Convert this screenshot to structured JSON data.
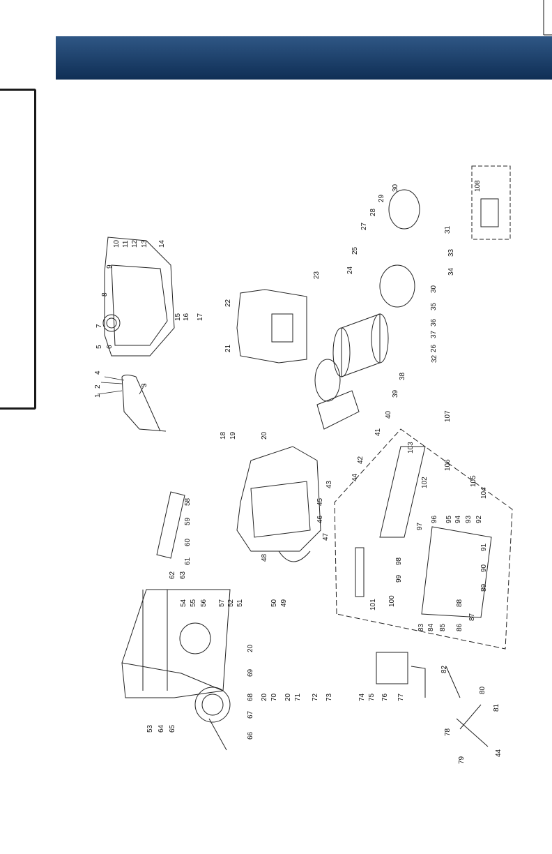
{
  "page": {
    "header_color": "#163a66",
    "accent_border": "#1a1a1a"
  },
  "diagram": {
    "callouts": {
      "c1": "1",
      "c2": "2",
      "c3": "3",
      "c4": "4",
      "c5": "5",
      "c6": "6",
      "c7": "7",
      "c8": "8",
      "c9": "9",
      "c10": "10",
      "c11": "11",
      "c12": "12",
      "c13": "13",
      "c14": "14",
      "c15": "15",
      "c16": "16",
      "c17": "17",
      "c18": "18",
      "c19": "19",
      "c20": "20",
      "c21": "21",
      "c22": "22",
      "c23": "23",
      "c24": "24",
      "c25": "25",
      "c26": "26",
      "c27": "27",
      "c28": "28",
      "c29": "29",
      "c30": "30",
      "c31": "31",
      "c32": "32",
      "c33": "33",
      "c34": "34",
      "c35": "35",
      "c36": "36",
      "c37": "37",
      "c38": "38",
      "c39": "39",
      "c40": "40",
      "c41": "41",
      "c42": "42",
      "c43": "43",
      "c44": "44",
      "c45": "45",
      "c46": "46",
      "c47": "47",
      "c48": "48",
      "c49": "49",
      "c50": "50",
      "c51": "51",
      "c52": "52",
      "c53": "53",
      "c54": "54",
      "c55": "55",
      "c56": "56",
      "c57": "57",
      "c58": "58",
      "c59": "59",
      "c60": "60",
      "c61": "61",
      "c62": "62",
      "c63": "63",
      "c64": "64",
      "c65": "65",
      "c66": "66",
      "c67": "67",
      "c68": "68",
      "c69": "69",
      "c70": "70",
      "c71": "71",
      "c72": "72",
      "c73": "73",
      "c74": "74",
      "c75": "75",
      "c76": "76",
      "c77": "77",
      "c78": "78",
      "c79": "79",
      "c80": "80",
      "c81": "81",
      "c82": "82",
      "c83": "83",
      "c84": "84",
      "c85": "85",
      "c86": "86",
      "c87": "87",
      "c88": "88",
      "c89": "89",
      "c90": "90",
      "c91": "91",
      "c92": "92",
      "c93": "93",
      "c94": "94",
      "c95": "95",
      "c96": "96",
      "c97": "97",
      "c98": "98",
      "c99": "99",
      "c100": "100",
      "c101": "101",
      "c102": "102",
      "c103": "103",
      "c104": "104",
      "c105": "105",
      "c106": "106",
      "c107": "107",
      "c108": "108"
    }
  }
}
